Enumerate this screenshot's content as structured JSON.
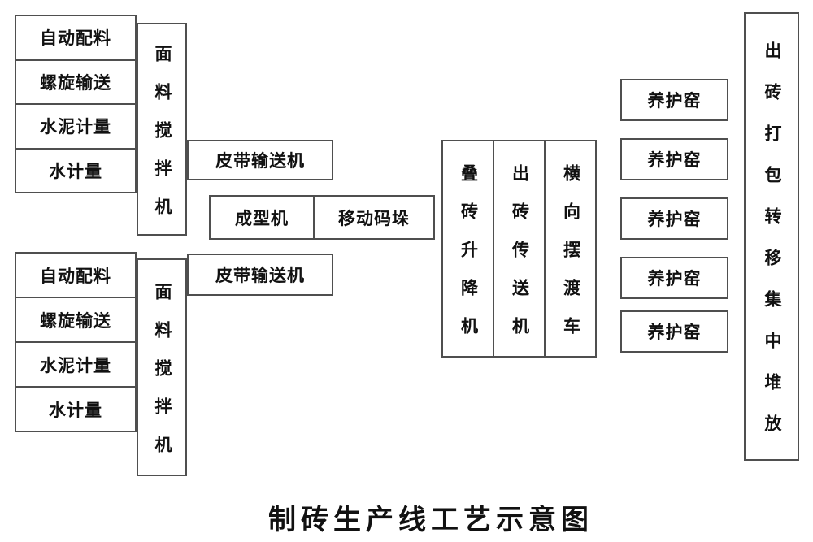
{
  "title": "制砖生产线工艺示意图",
  "lines": {
    "top": {
      "inputs": [
        "自动配料",
        "螺旋输送",
        "水泥计量",
        "水计量"
      ],
      "mixer": "面料搅拌机",
      "belt": "皮带输送机"
    },
    "bottom": {
      "inputs": [
        "自动配料",
        "螺旋输送",
        "水泥计量",
        "水计量"
      ],
      "mixer": "面料搅拌机",
      "belt": "皮带输送机"
    }
  },
  "forming_machine": "成型机",
  "mobile_palletizer": "移动码垛",
  "handling": {
    "stacker_lift": "叠砖升降机",
    "brick_conveyor": "出砖传送机",
    "transverse_ferry": "横向摆渡车"
  },
  "curing_kilns": [
    "养护窑",
    "养护窑",
    "养护窑",
    "养护窑",
    "养护窑"
  ],
  "output_stack": "出砖打包转移集中堆放",
  "colors": {
    "border": "#4f4f4f",
    "text": "#111111",
    "background": "#ffffff"
  }
}
